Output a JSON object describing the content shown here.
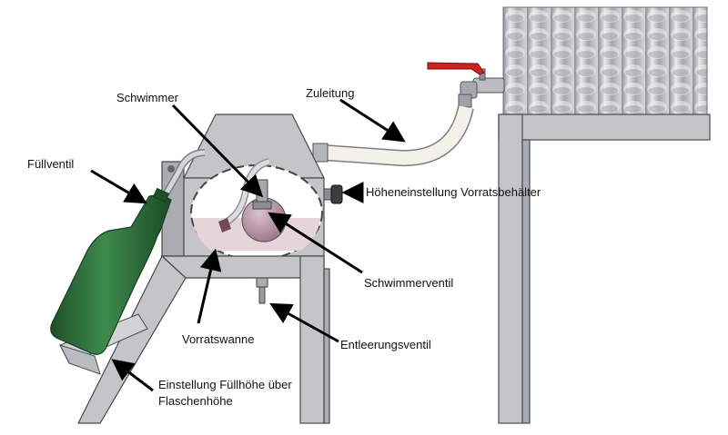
{
  "labels": {
    "schwimmer": "Schwimmer",
    "zuleitung": "Zuleitung",
    "fuellventil": "Füllventil",
    "hoeheneinstellung": "Höheneinstellung Vorratsbehälter",
    "schwimmerventil": "Schwimmerventil",
    "vorratswanne": "Vorratswanne",
    "entleerungsventil": "Entleerungsventil",
    "einstellung_line1": "Einstellung Füllhöhe über",
    "einstellung_line2": "Flaschenhöhe"
  },
  "colors": {
    "frame": "#c3c5c8",
    "bottle": "#2f6b3a",
    "valve_handle": "#cc2222",
    "liquid": "#e4d2d6",
    "float_ball": "#b796a6"
  }
}
